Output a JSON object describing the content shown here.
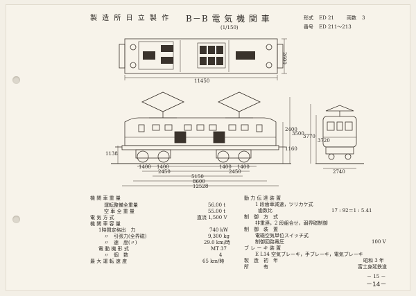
{
  "header": {
    "maker": "製 造 所 日 立 製 作",
    "title": "B－B 電 気 機 関 車",
    "scale": "(1/150)",
    "type_label": "形式",
    "type_value": "ED 21",
    "count_label": "両数",
    "count_value": "3",
    "number_label": "番号",
    "number_value": "ED 211～213"
  },
  "dimensions": {
    "plan_length": "11450",
    "plan_width": "2600",
    "side_2400": "2400",
    "side_3500": "3500",
    "side_1160": "1160",
    "side_1138": "1138",
    "bogie_wheelbase_a": "1400",
    "bogie_wheelbase_b": "1400",
    "bogie_wheelbase_c": "1400",
    "bogie_wheelbase_d": "1400",
    "bogie_left": "2450",
    "bogie_right": "2450",
    "center_span": "5150",
    "body_length": "8600",
    "overall_length": "12528",
    "end_width": "2740",
    "end_height_a": "3770",
    "end_height_b": "3720"
  },
  "specs_left": [
    {
      "label": "機 関 車 重 量",
      "value": ""
    },
    {
      "label": "運転整備全重量",
      "value": "56.00 t"
    },
    {
      "label": "空 車 全 重 量",
      "value": "55.00 t"
    },
    {
      "label": "電 気 方 式",
      "value": "直流 1,500 V"
    },
    {
      "label": "機 関 車 容 量",
      "value": ""
    },
    {
      "label": "1時間定格出　力",
      "value": "740 kW"
    },
    {
      "label": "〃　引張力(全界磁)",
      "value": "9,300 kg"
    },
    {
      "label": "〃　速　度(〃)",
      "value": "29.0 km/時"
    },
    {
      "label": "電 動 機 形 式",
      "value": "MT 37"
    },
    {
      "label": "〃　個　数",
      "value": "4"
    },
    {
      "label": "最 大 運 転 速 度",
      "value": "65 km/時"
    }
  ],
  "specs_right": [
    {
      "label": "動 力 伝 達 装 置",
      "value": ""
    },
    {
      "label": "1 段歯車減速，ツリカケ式",
      "value": ""
    },
    {
      "label": "歯数比",
      "value": "17 : 92＝1 : 5.41"
    },
    {
      "label": "制　御　方　式",
      "value": ""
    },
    {
      "label": "非重連，2 段組合せ，弱界磁制御",
      "value": ""
    },
    {
      "label": "制　御　装　置",
      "value": ""
    },
    {
      "label": "電磁空気単位スイッチ式",
      "value": ""
    },
    {
      "label": "制御回路電圧",
      "value": "100 V"
    },
    {
      "label": "ブ レ ー キ 装 置",
      "value": ""
    },
    {
      "label": "E L14 空気ブレーキ，手ブレーキ，電気ブレーキ",
      "value": ""
    },
    {
      "label": "製　造　初　年",
      "value": "昭和 3 年"
    },
    {
      "label": "所　　　有",
      "value": "富士身延鉄道"
    }
  ],
  "page_numbers": {
    "printed": "－ 15 －",
    "handwritten": "－14－"
  }
}
